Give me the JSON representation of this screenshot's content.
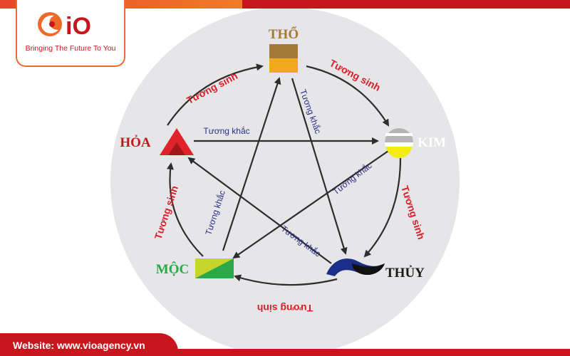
{
  "brand": {
    "logo_text": "iO",
    "tagline": "Bringing The Future To You",
    "accent": "#c8161d"
  },
  "footer": {
    "website": "Website: www.vioagency.vn"
  },
  "diagram": {
    "elements": {
      "tho": {
        "label": "THỔ",
        "color": "#a57a36",
        "accent": "#f2a81d"
      },
      "kim": {
        "label": "KIM",
        "color": "#b5b5b5",
        "accent": "#f5ea12"
      },
      "thuy": {
        "label": "THỦY",
        "color": "#1b2f8a",
        "accent": "#111111"
      },
      "moc": {
        "label": "MỘC",
        "color": "#2aa84a",
        "accent": "#c4d62c"
      },
      "hoa": {
        "label": "HỎA",
        "color": "#e0222a",
        "accent": "#a4141b"
      }
    },
    "generating_label": "Tương sinh",
    "controlling_label": "Tương khắc",
    "generating_color": "#d8202a",
    "controlling_color": "#2b2f86",
    "circle_color": "#e6e6e8"
  }
}
